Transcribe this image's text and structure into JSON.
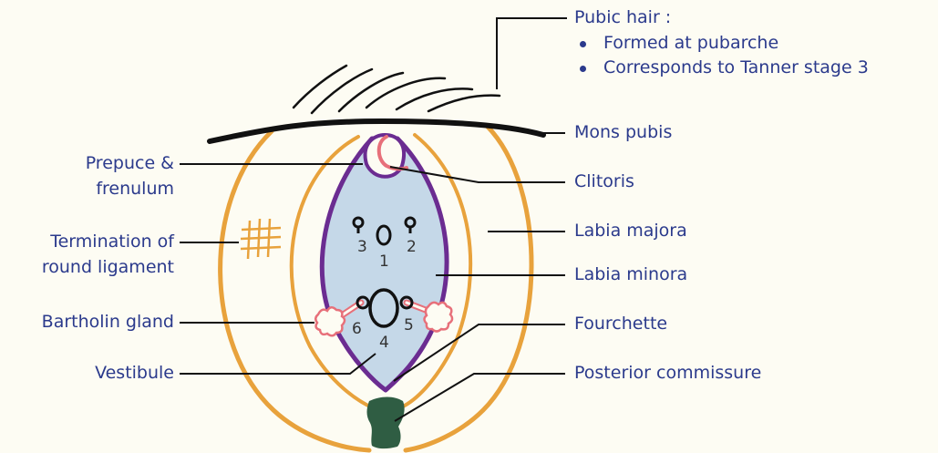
{
  "labels": {
    "pubic_hair": "Pubic hair :",
    "pubic_hair_points": [
      "Formed at pubarche",
      "Corresponds to Tanner stage 3"
    ],
    "mons_pubis": "Mons pubis",
    "clitoris": "Clitoris",
    "labia_majora": "Labia majora",
    "labia_minora": "Labia minora",
    "fourchette": "Fourchette",
    "posterior_commissure": "Posterior commissure",
    "prepuce_line1": "Prepuce &",
    "prepuce_line2": "frenulum",
    "round_ligament_line1": "Termination of",
    "round_ligament_line2": "round ligament",
    "bartholin": "Bartholin gland",
    "vestibule": "Vestibule"
  },
  "numbers": [
    "1",
    "2",
    "3",
    "4",
    "5",
    "6"
  ],
  "colors": {
    "text": "#2b3a8c",
    "background": "#fdfcf3",
    "labia_majora": "#e8a23c",
    "labia_minora": "#6b2c91",
    "vestibule_fill": "#c5d8e8",
    "clitoris": "#e7707a",
    "bartholin": "#e7707a",
    "commissure": "#2f5d43",
    "outline": "#111111"
  }
}
